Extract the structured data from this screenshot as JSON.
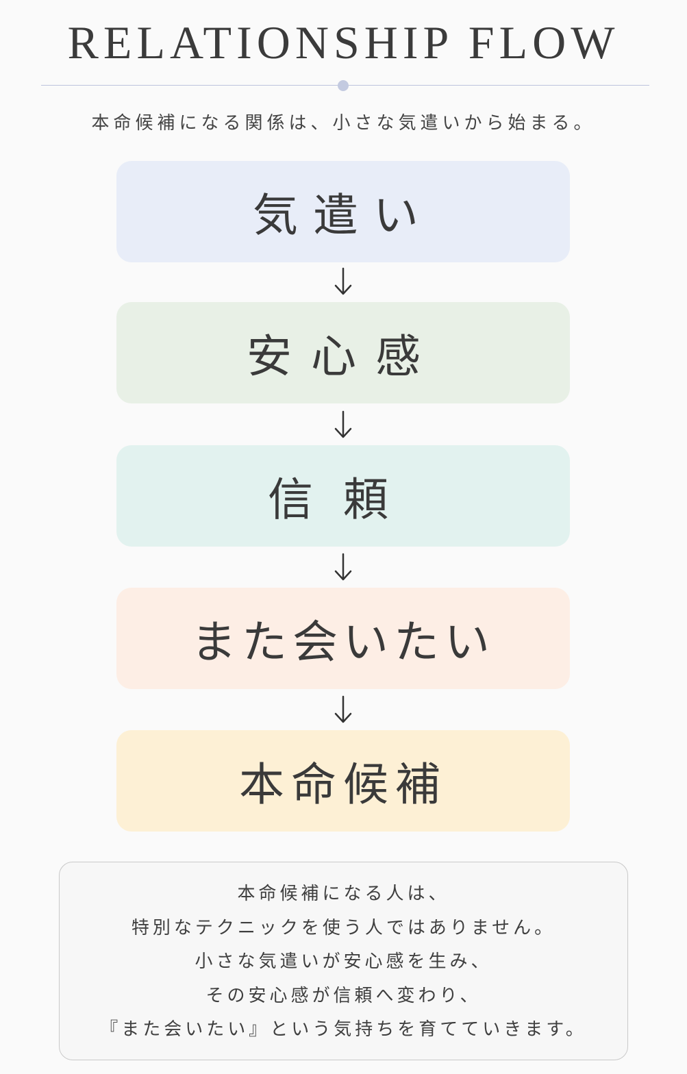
{
  "title": "RELATIONSHIP FLOW",
  "subtitle": "本命候補になる関係は、小さな気遣いから始まる。",
  "steps": [
    {
      "label": "気遣い",
      "color": "#e8edf8"
    },
    {
      "label": "安心感",
      "color": "#e8f0e6"
    },
    {
      "label": "信頼",
      "color": "#e2f2ef"
    },
    {
      "label": "また会いたい",
      "color": "#fdeee5"
    },
    {
      "label": "本命候補",
      "color": "#fdf0d5"
    }
  ],
  "arrow_icon": "arrow-down-icon",
  "note": {
    "lines": [
      "本命候補になる人は、",
      "特別なテクニックを使う人ではありません。",
      "小さな気遣いが安心感を生み、",
      "その安心感が信頼へ変わり、",
      "『また会いたい』という気持ちを育てていきます。"
    ]
  }
}
